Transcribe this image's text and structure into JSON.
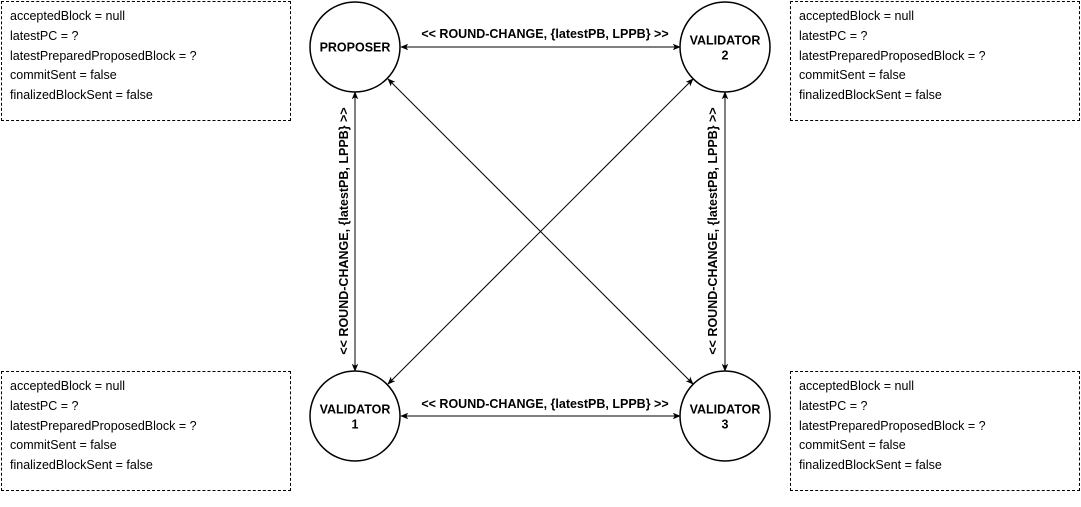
{
  "nodes": {
    "proposer": {
      "lines": [
        "PROPOSER"
      ]
    },
    "validator1": {
      "lines": [
        "VALIDATOR",
        "1"
      ]
    },
    "validator2": {
      "lines": [
        "VALIDATOR",
        "2"
      ]
    },
    "validator3": {
      "lines": [
        "VALIDATOR",
        "3"
      ]
    }
  },
  "edges": {
    "top": "<< ROUND-CHANGE, {latestPB, LPPB} >>",
    "bottom": "<< ROUND-CHANGE, {latestPB, LPPB} >>",
    "left": "<< ROUND-CHANGE, {latestPB, LPPB} >>",
    "right": "<< ROUND-CHANGE, {latestPB, LPPB} >>"
  },
  "state_boxes": {
    "top_left": [
      "acceptedBlock = null",
      "latestPC = ?",
      "latestPreparedProposedBlock = ?",
      "commitSent = false",
      "finalizedBlockSent = false"
    ],
    "top_right": [
      "acceptedBlock = null",
      "latestPC = ?",
      "latestPreparedProposedBlock = ?",
      "commitSent = false",
      "finalizedBlockSent = false"
    ],
    "bottom_left": [
      "acceptedBlock = null",
      "latestPC = ?",
      "latestPreparedProposedBlock = ?",
      "commitSent = false",
      "finalizedBlockSent = false"
    ],
    "bottom_right": [
      "acceptedBlock = null",
      "latestPC = ?",
      "latestPreparedProposedBlock = ?",
      "commitSent = false",
      "finalizedBlockSent = false"
    ]
  }
}
